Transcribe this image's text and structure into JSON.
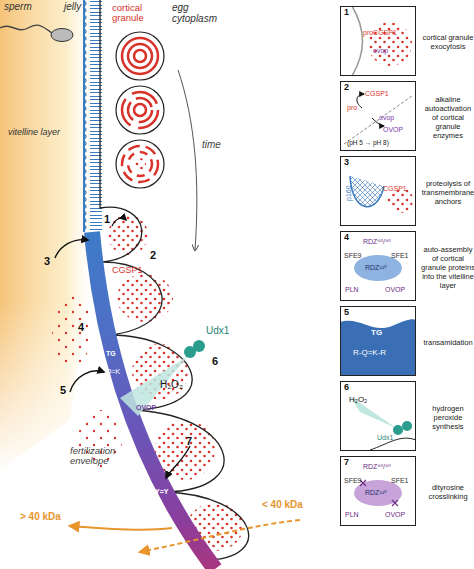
{
  "diagram": {
    "nodes": [
      {
        "text": [
          "1",
          "proCGSP1",
          "ovop",
          "cortical granule exocytosis"
        ]
      },
      {
        "text": [
          "2",
          "pro",
          "CGSP1",
          "ovop",
          "OVOP",
          "(pH 5 → pH 8)",
          "alkaline autoactivation of cortical granule enzymes"
        ]
      },
      {
        "text": [
          "3",
          "p160",
          "CGSP1",
          "proteolysis of transmembrane anchors"
        ]
      },
      {
        "text": [
          "4",
          "RDZ⁶⁰/⁹⁰",
          "SFE9",
          "SFE1",
          "RDZ¹²⁰",
          "PLN",
          "OVOP",
          "auto-assembly of cortical granule proteins into the vitelline layer"
        ]
      },
      {
        "text": [
          "5",
          "TG",
          "R-Q=K-R",
          "transamidation"
        ]
      },
      {
        "text": [
          "6",
          "H₂O₂",
          "Udx1",
          "hydrogen peroxide synthesis"
        ]
      },
      {
        "text": [
          "7",
          "RDZ⁶⁰/⁹⁰",
          "SFE9",
          "SFE1",
          "RDZ¹²⁰",
          "PLN",
          "OVOP",
          "dityrosine crosslinking"
        ]
      }
    ],
    "labels": [
      "sperm",
      "jelly",
      "cortical granule",
      "egg cytoplasm",
      "vitelline layer",
      "time",
      "1",
      "2",
      "CGSP1",
      "3",
      "4",
      "TG",
      "Q=K",
      "5",
      "Udx1",
      "6",
      "OVOP",
      "H₂O₂",
      "7",
      "fertilization envelope",
      "Y=Y",
      "> 40 kDa",
      "< 40 kDa"
    ]
  }
}
